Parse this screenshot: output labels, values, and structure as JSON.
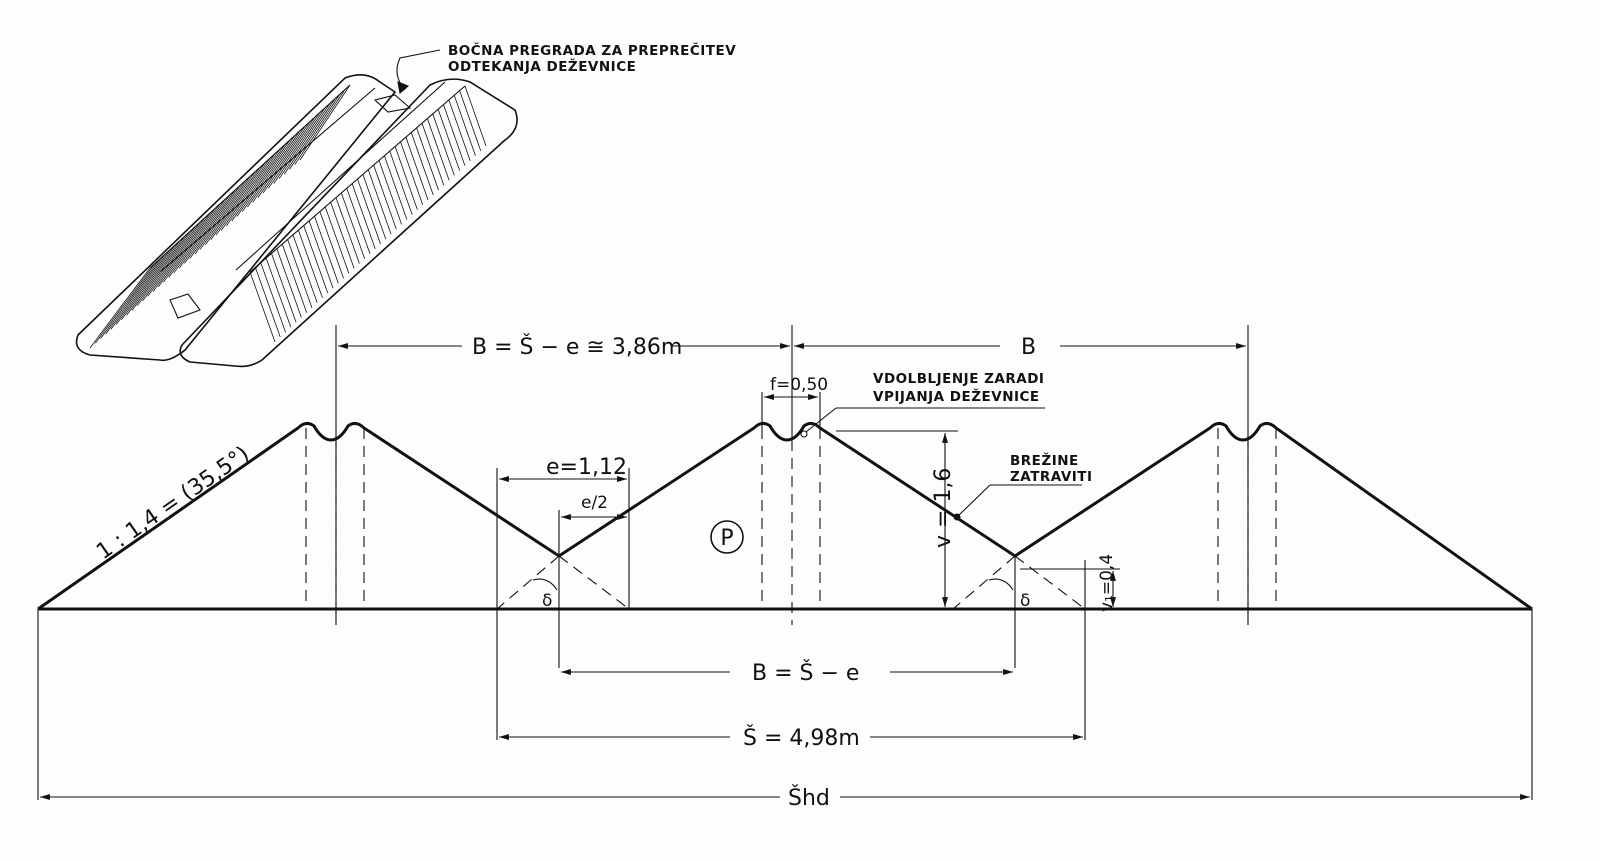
{
  "iso_note": {
    "line1": "BOČNA PREGRADA ZA PREPREČITEV",
    "line2": "ODTEKANJA DEŽEVNICE"
  },
  "dims": {
    "B_top_left": "B = Š − e ≅ 3,86m",
    "B_top_right": "B",
    "f": "f=0,50",
    "e": "e=1,12",
    "e_half": "e/2",
    "B_mid": "B  =  Š − e",
    "S": "Š = 4,98m",
    "S_hd": "Šhd",
    "v": "v = 1,6",
    "v1": "v₁=0,4",
    "slope": "1 : 1,4 = (35,5°)",
    "angle1": "δ",
    "angle2": "δ",
    "P": "P"
  },
  "notes": {
    "vdol_line1": "VDOLBLJENJE ZARADI",
    "vdol_line2": "VPIJANJA DEŽEVNICE",
    "brez_line1": "BREŽINE",
    "brez_line2": "ZATRAVITI"
  },
  "colors": {
    "ink": "#111111",
    "paper": "#fdfdfb"
  }
}
